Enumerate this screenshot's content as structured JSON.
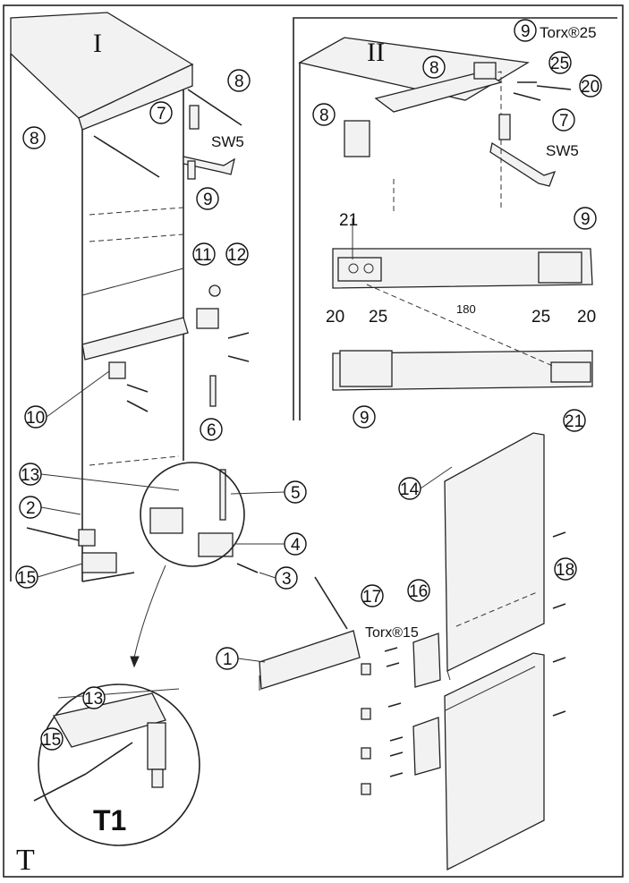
{
  "sections": {
    "one": "I",
    "two": "II",
    "detail": "T1",
    "corner": "T"
  },
  "callouts": {
    "c1": "1",
    "c2": "2",
    "c3": "3",
    "c4": "4",
    "c5": "5",
    "c6": "6",
    "c7a": "7",
    "c7b": "7",
    "c8a": "8",
    "c8b": "8",
    "c8c": "8",
    "c8d": "8",
    "c9a": "9",
    "c9b": "9",
    "c9c": "9",
    "c9d": "9",
    "c10": "10",
    "c11": "11",
    "c12": "12",
    "c13a": "13",
    "c13b": "13",
    "c14": "14",
    "c15a": "15",
    "c15b": "15",
    "c16": "16",
    "c17": "17",
    "c18": "18",
    "c20a": "20",
    "c20b": "20",
    "c20c": "20",
    "c21a": "21",
    "c21b": "21",
    "c25a": "25",
    "c25b": "25",
    "c25c": "25"
  },
  "labels": {
    "sw5a": "SW5",
    "sw5b": "SW5",
    "torx25": "Torx®25",
    "torx15": "Torx®15",
    "rot180": "180"
  }
}
